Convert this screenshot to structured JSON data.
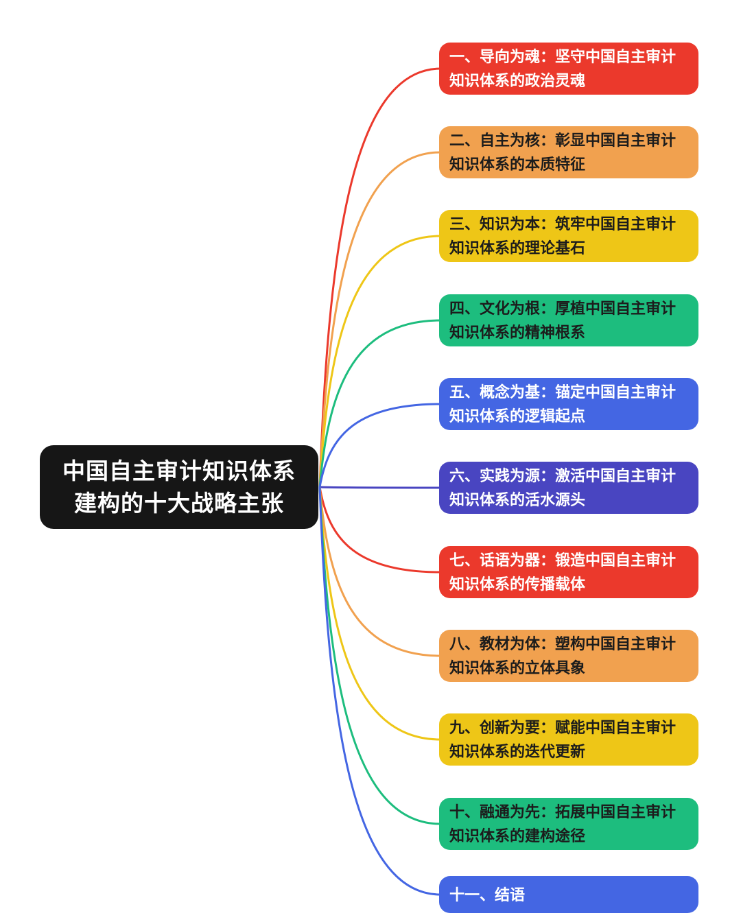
{
  "canvas_bg": "#FFFFFF",
  "center": {
    "line1": "中国自主审计知识体系",
    "line2": "建构的十大战略主张",
    "bg_color": "#161616",
    "text_color": "#FFFFFF"
  },
  "branches": [
    {
      "label": "一、导向为魂：坚守中国自主审计知识体系的政治灵魂",
      "color": "#EB392C",
      "text_color": "#FFFFFF"
    },
    {
      "label": "二、自主为核：彰显中国自主审计知识体系的本质特征",
      "color": "#F1A14F",
      "text_color": "#1C1C1C"
    },
    {
      "label": "三、知识为本：筑牢中国自主审计知识体系的理论基石",
      "color": "#EEC617",
      "text_color": "#1C1C1C"
    },
    {
      "label": "四、文化为根：厚植中国自主审计知识体系的精神根系",
      "color": "#1DBD7E",
      "text_color": "#1C1C1C"
    },
    {
      "label": "五、概念为基：锚定中国自主审计知识体系的逻辑起点",
      "color": "#4466E3",
      "text_color": "#FFFFFF"
    },
    {
      "label": "六、实践为源：激活中国自主审计知识体系的活水源头",
      "color": "#4945C1",
      "text_color": "#FFFFFF"
    },
    {
      "label": "七、话语为器：锻造中国自主审计知识体系的传播载体",
      "color": "#EB392C",
      "text_color": "#FFFFFF"
    },
    {
      "label": "八、教材为体：塑构中国自主审计知识体系的立体具象",
      "color": "#F1A14F",
      "text_color": "#1C1C1C"
    },
    {
      "label": "九、创新为要：赋能中国自主审计知识体系的迭代更新",
      "color": "#EEC617",
      "text_color": "#1C1C1C"
    },
    {
      "label": "十、融通为先：拓展中国自主审计知识体系的建构途径",
      "color": "#1DBD7E",
      "text_color": "#1C1C1C"
    },
    {
      "label": "十一、结语",
      "color": "#4466E3",
      "text_color": "#FFFFFF"
    }
  ]
}
